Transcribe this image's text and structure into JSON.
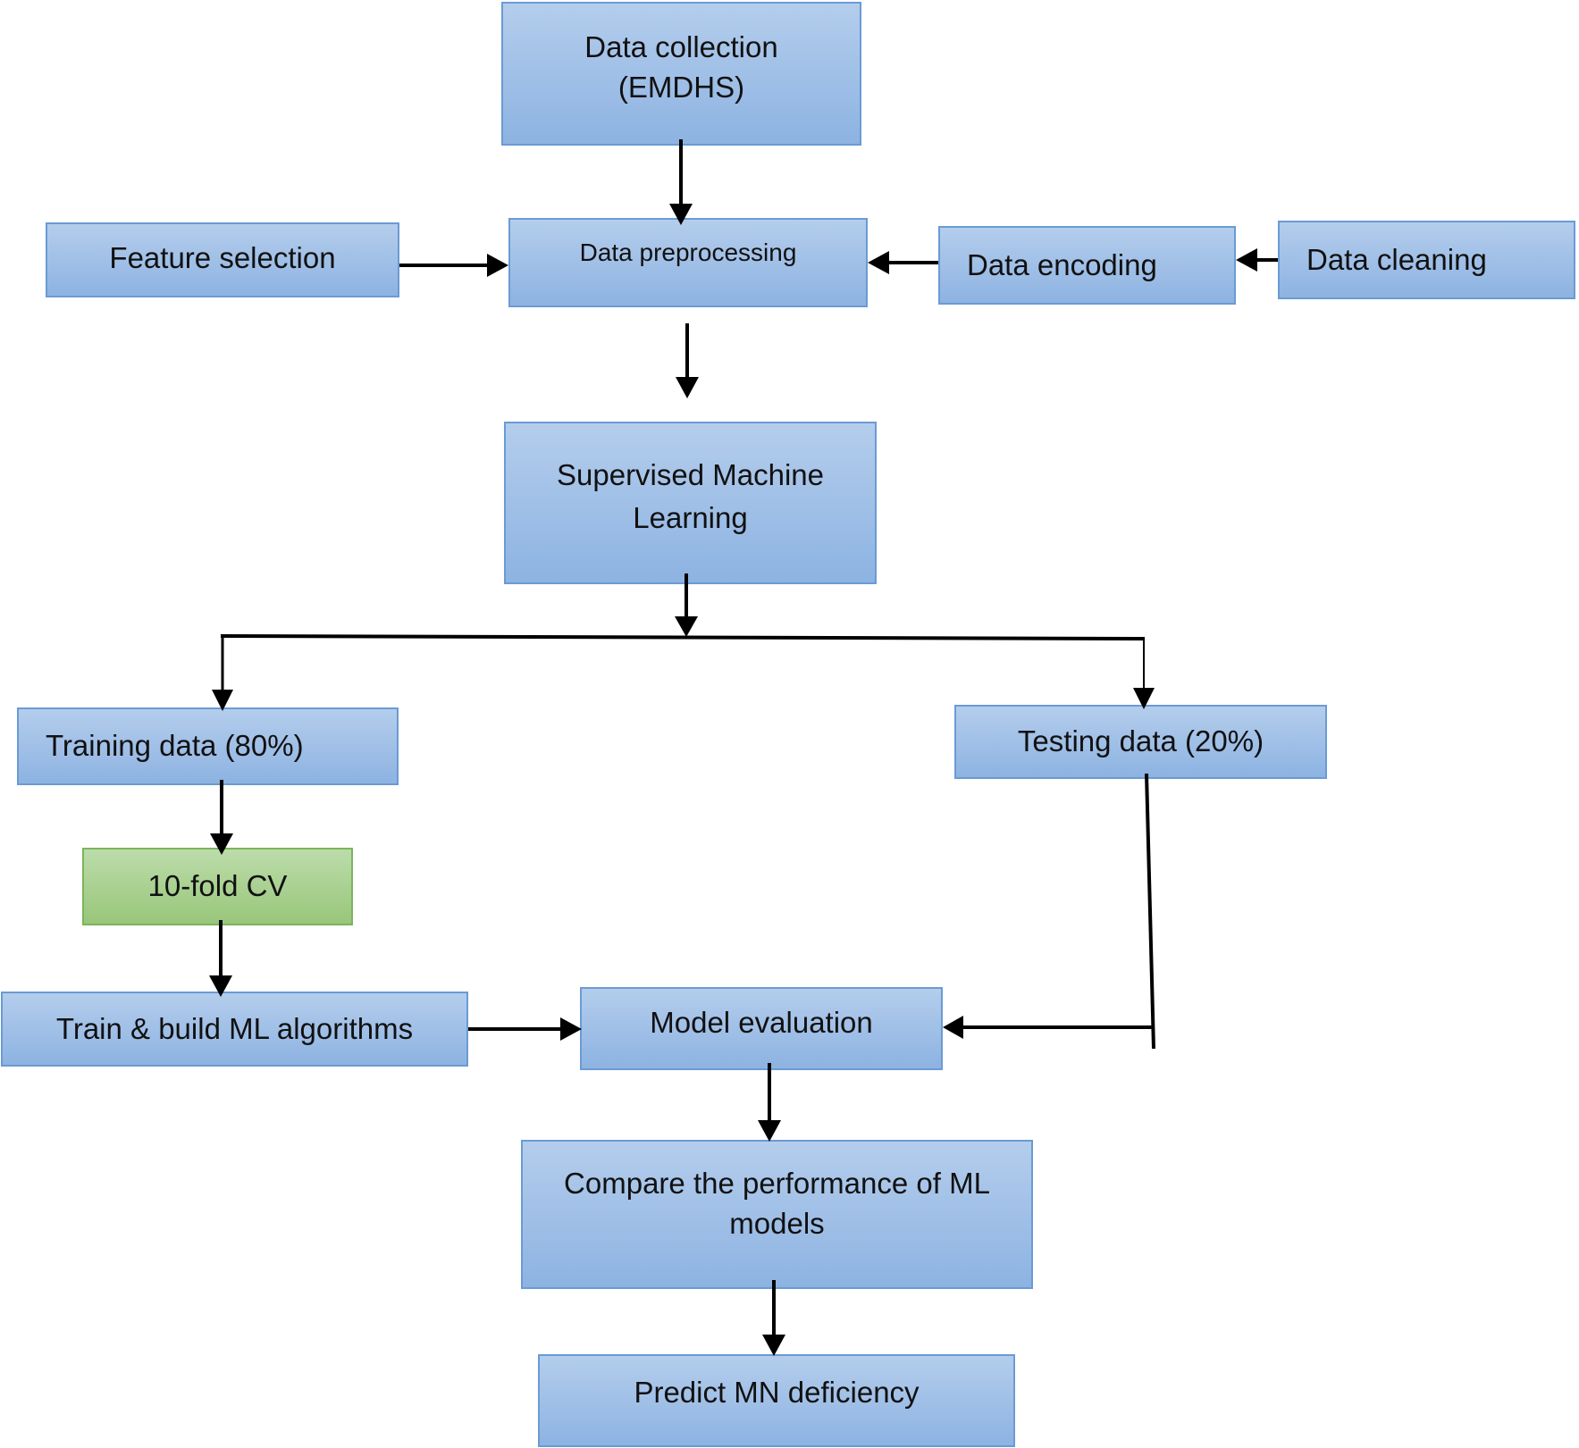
{
  "nodes": {
    "data_collection": {
      "line1": "Data collection",
      "line2": "(EMDHS)"
    },
    "feature_selection": "Feature selection",
    "data_preprocessing": "Data preprocessing",
    "data_encoding": "Data encoding",
    "data_cleaning": "Data cleaning",
    "supervised_ml": {
      "line1": "Supervised Machine",
      "line2": "Learning"
    },
    "training_data": "Training data (80%)",
    "testing_data": "Testing data (20%)",
    "cv": "10-fold CV",
    "train_build": "Train & build ML algorithms",
    "model_evaluation": "Model evaluation",
    "compare": {
      "line1": "Compare the performance of ML",
      "line2": "models"
    },
    "predict": "Predict MN deficiency"
  },
  "colors": {
    "box_fill": "#9dbde6",
    "box_border": "#6a9bd4",
    "cv_fill": "#a8d08d",
    "arrow": "#000000"
  }
}
